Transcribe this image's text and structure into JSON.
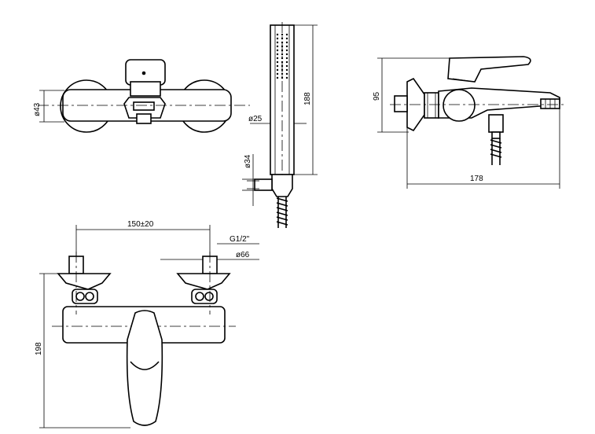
{
  "dimensions": {
    "front_diameter": "ø43",
    "hand_shower_length": "188",
    "hand_shower_diameter": "ø25",
    "holder_diameter": "ø34",
    "side_height": "95",
    "side_projection": "178",
    "centers": "150±20",
    "thread": "G1/2\"",
    "flange_diameter": "ø66",
    "total_height": "198"
  }
}
